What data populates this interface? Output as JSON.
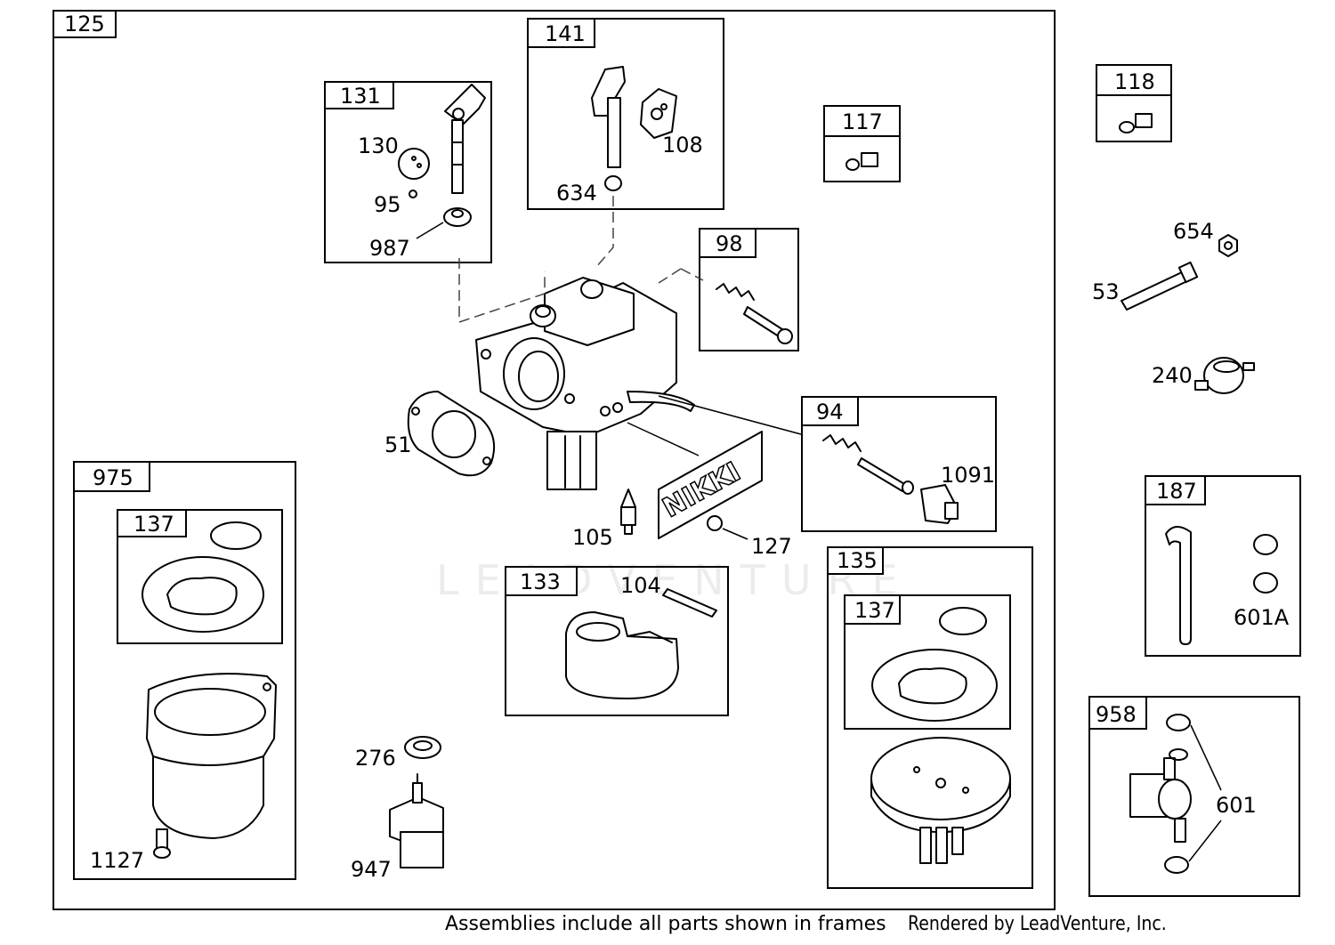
{
  "frames": {
    "f125": "125",
    "f131": "131",
    "f141": "141",
    "f117": "117",
    "f118": "118",
    "f98": "98",
    "f94": "94",
    "f975": "975",
    "f137a": "137",
    "f133": "133",
    "f135": "135",
    "f137b": "137",
    "f187": "187",
    "f958": "958"
  },
  "parts": {
    "p130": "130",
    "p95": "95",
    "p987": "987",
    "p108": "108",
    "p634": "634",
    "p654": "654",
    "p53": "53",
    "p240": "240",
    "p51": "51",
    "p1091": "1091",
    "p105": "105",
    "p127": "127",
    "p104": "104",
    "p601A": "601A",
    "p276": "276",
    "p947": "947",
    "p1127": "1127",
    "p601": "601"
  },
  "brand_plate": "NIKKI",
  "watermark": "LEADVENTURE",
  "footer": {
    "note": "Assemblies include all parts shown in frames",
    "credit": "Rendered by LeadVenture, Inc."
  }
}
